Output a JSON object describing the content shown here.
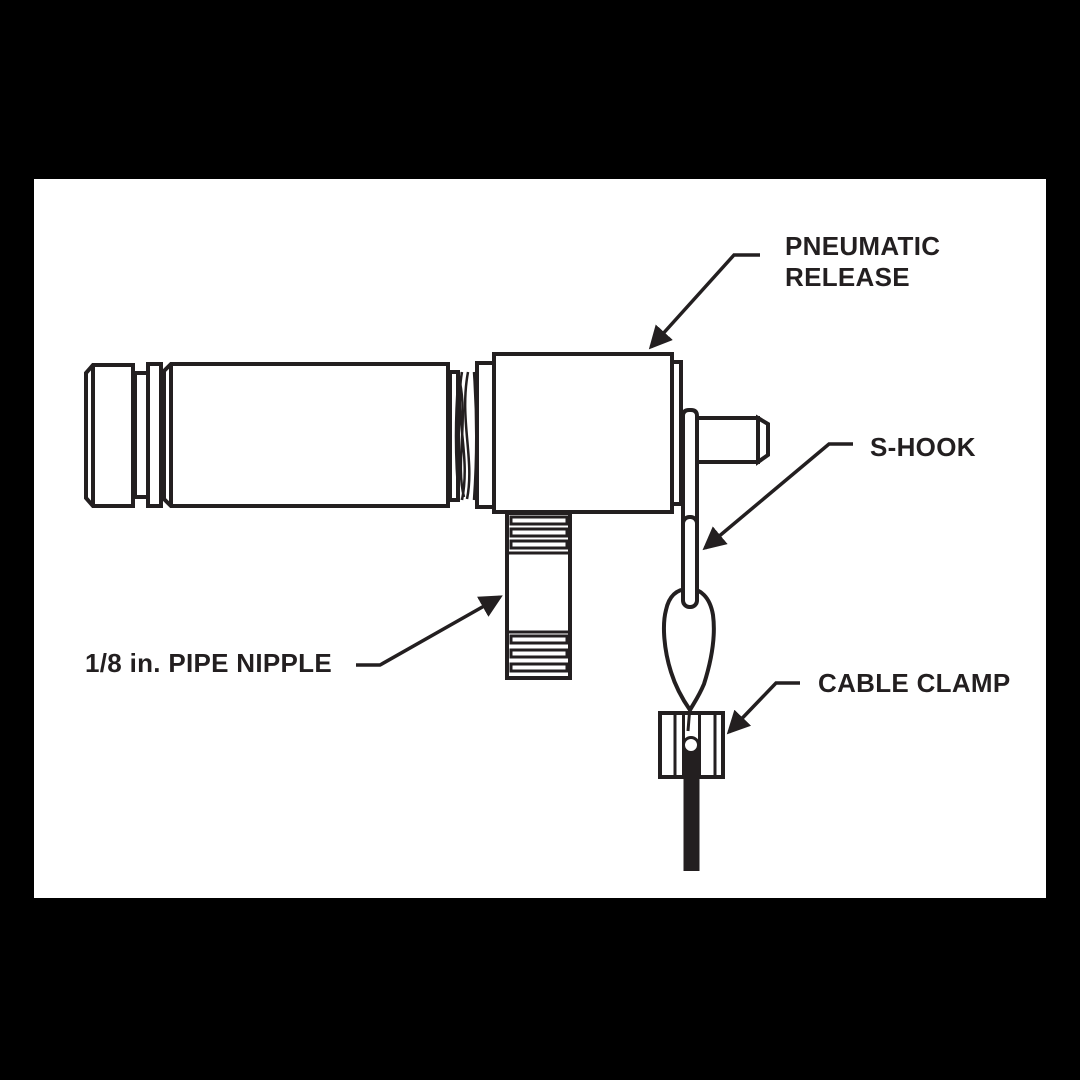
{
  "canvas": {
    "background_color": "#000000",
    "panel_color": "#ffffff",
    "ink_color": "#231f20"
  },
  "diagram": {
    "title": "Pneumatic release assembly line drawing",
    "labels": {
      "pneumatic_release": {
        "line1": "PNEUMATIC",
        "line2": "RELEASE"
      },
      "s_hook": "S-HOOK",
      "cable_clamp": "CABLE CLAMP",
      "pipe_nipple": "1/8 in. PIPE NIPPLE"
    },
    "parts": [
      "cylinder-end-cap",
      "retaining-rings",
      "cylinder-body",
      "crimp-coupling",
      "mounting-plate",
      "pneumatic-release-block",
      "release-pin",
      "pipe-nipple",
      "hook-bar",
      "s-hook-loop",
      "cable-clamp-block",
      "clamp-screw-hole",
      "cable"
    ]
  }
}
